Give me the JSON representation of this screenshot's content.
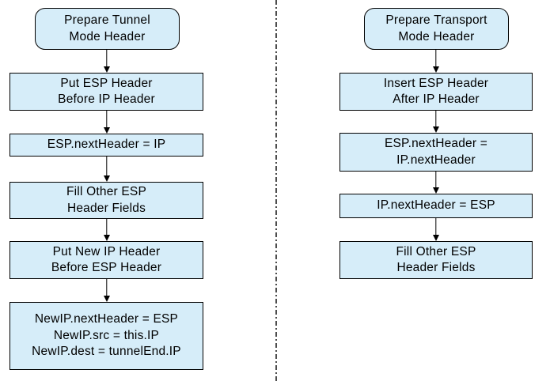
{
  "colors": {
    "node_fill": "#d6edf9",
    "node_border": "#000000",
    "separator": "#4d4d4d"
  },
  "left_flow": {
    "nodes": [
      {
        "label": "Prepare Tunnel\nMode Header",
        "shape": "rounded"
      },
      {
        "label": "Put ESP Header\nBefore IP Header",
        "shape": "rect"
      },
      {
        "label": "ESP.nextHeader = IP",
        "shape": "rect"
      },
      {
        "label": "Fill Other ESP\nHeader Fields",
        "shape": "rect"
      },
      {
        "label": "Put New IP Header\nBefore ESP Header",
        "shape": "rect"
      },
      {
        "label": "NewIP.nextHeader = ESP\nNewIP.src = this.IP\nNewIP.dest = tunnelEnd.IP",
        "shape": "rect"
      }
    ]
  },
  "right_flow": {
    "nodes": [
      {
        "label": "Prepare Transport\nMode Header",
        "shape": "rounded"
      },
      {
        "label": "Insert ESP Header\nAfter IP Header",
        "shape": "rect"
      },
      {
        "label": "ESP.nextHeader =\nIP.nextHeader",
        "shape": "rect"
      },
      {
        "label": "IP.nextHeader = ESP",
        "shape": "rect"
      },
      {
        "label": "Fill Other ESP\nHeader Fields",
        "shape": "rect"
      }
    ]
  }
}
